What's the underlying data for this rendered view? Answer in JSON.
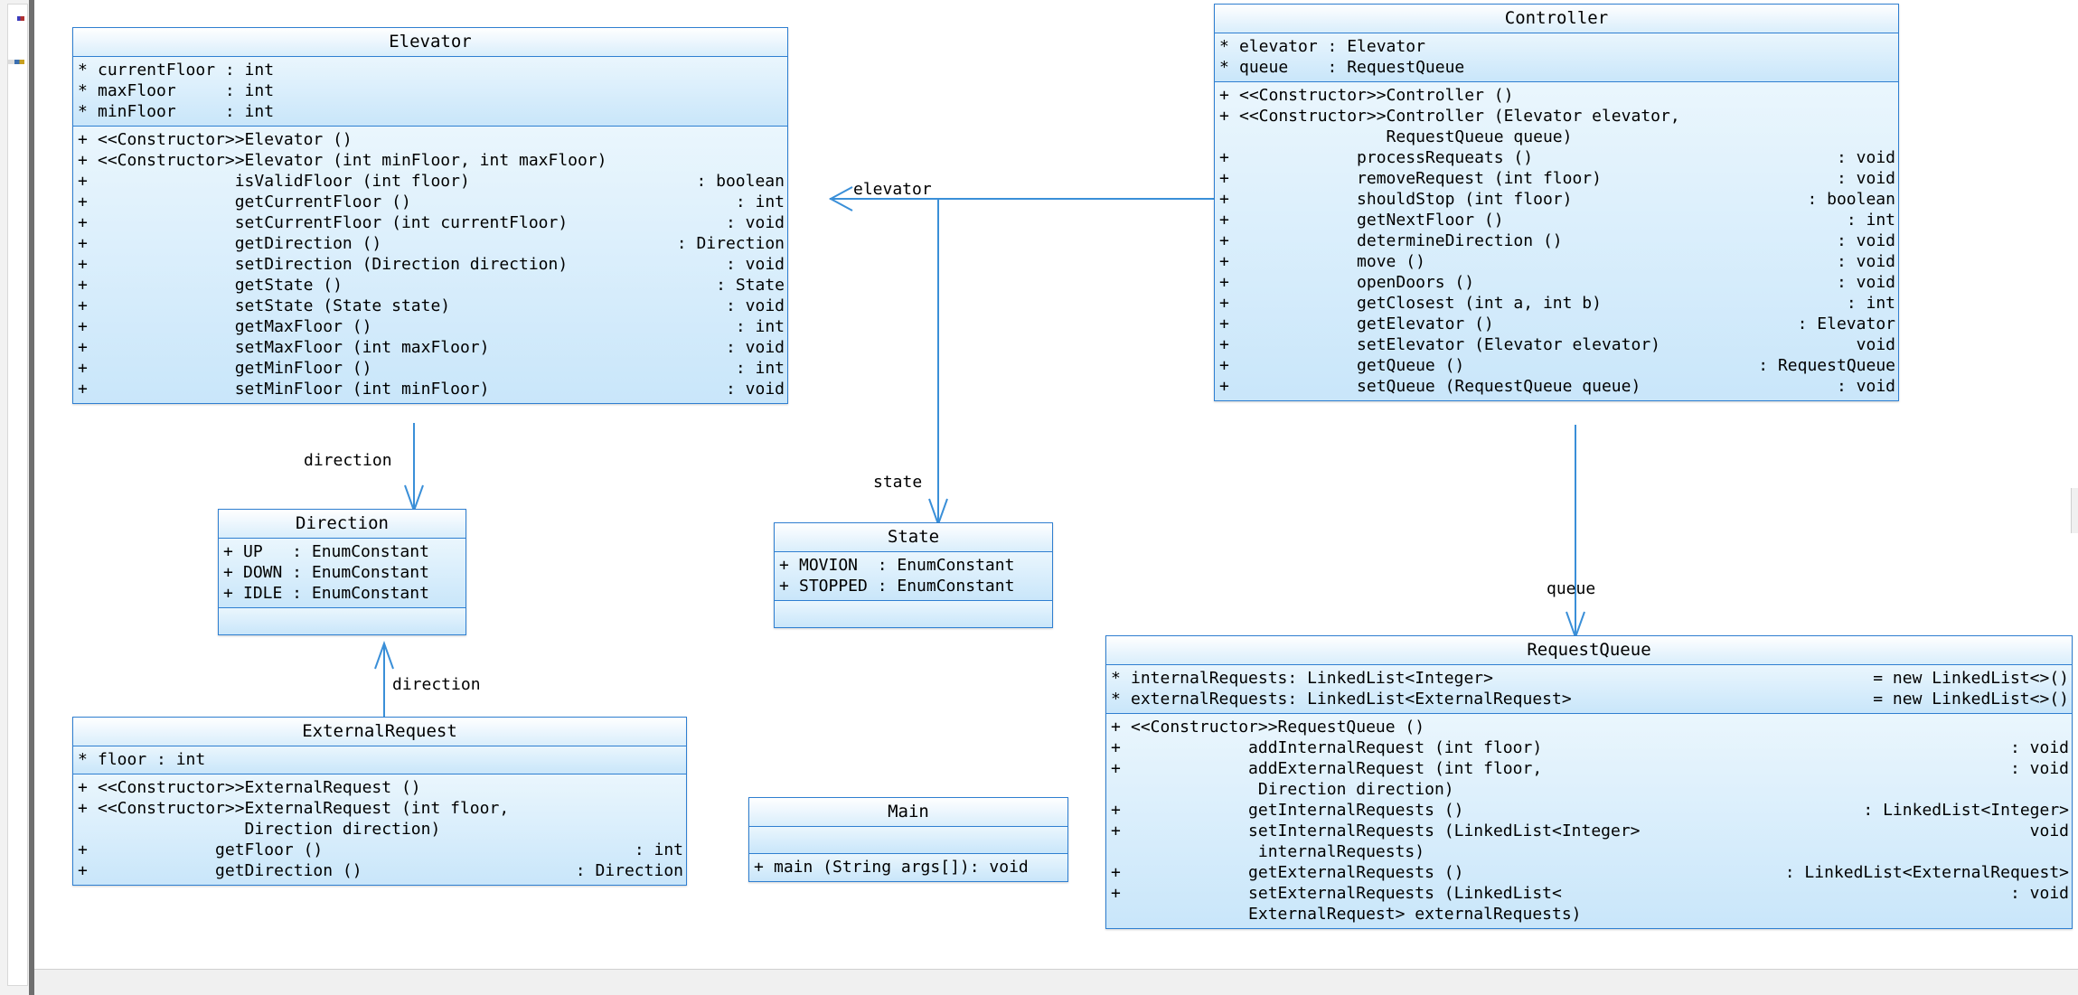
{
  "diagram": {
    "type": "uml-class-diagram",
    "title": "Elevator System UML Class Diagram",
    "accent_color": "#2f7fd1",
    "box_fill": "#cbe7fa",
    "header_fill": "#eaf5fd",
    "connector_color": "#3a8fd8",
    "background": "#ffffff"
  },
  "classes": {
    "elevator": {
      "name": "Elevator",
      "attributes": [
        {
          "vis": "*",
          "sig": "currentFloor : int",
          "ret": ""
        },
        {
          "vis": "*",
          "sig": "maxFloor     : int",
          "ret": ""
        },
        {
          "vis": "*",
          "sig": "minFloor     : int",
          "ret": ""
        }
      ],
      "methods": [
        {
          "vis": "+",
          "sig": "<<Constructor>>Elevator ()",
          "ret": ""
        },
        {
          "vis": "+",
          "sig": "<<Constructor>>Elevator (int minFloor, int maxFloor)",
          "ret": ""
        },
        {
          "vis": "+",
          "sig": "              isValidFloor (int floor)",
          "ret": ": boolean"
        },
        {
          "vis": "+",
          "sig": "              getCurrentFloor ()",
          "ret": ": int"
        },
        {
          "vis": "+",
          "sig": "              setCurrentFloor (int currentFloor)",
          "ret": ": void"
        },
        {
          "vis": "+",
          "sig": "              getDirection ()",
          "ret": ": Direction"
        },
        {
          "vis": "+",
          "sig": "              setDirection (Direction direction)",
          "ret": ": void"
        },
        {
          "vis": "+",
          "sig": "              getState ()",
          "ret": ": State"
        },
        {
          "vis": "+",
          "sig": "              setState (State state)",
          "ret": ": void"
        },
        {
          "vis": "+",
          "sig": "              getMaxFloor ()",
          "ret": ": int"
        },
        {
          "vis": "+",
          "sig": "              setMaxFloor (int maxFloor)",
          "ret": ": void"
        },
        {
          "vis": "+",
          "sig": "              getMinFloor ()",
          "ret": ": int"
        },
        {
          "vis": "+",
          "sig": "              setMinFloor (int minFloor)",
          "ret": ": void"
        }
      ]
    },
    "controller": {
      "name": "Controller",
      "attributes": [
        {
          "vis": "*",
          "sig": "elevator : Elevator",
          "ret": ""
        },
        {
          "vis": "*",
          "sig": "queue    : RequestQueue",
          "ret": ""
        }
      ],
      "methods": [
        {
          "vis": "+",
          "sig": "<<Constructor>>Controller ()",
          "ret": ""
        },
        {
          "vis": "+",
          "sig": "<<Constructor>>Controller (Elevator elevator,",
          "ret": ""
        },
        {
          "vis": "",
          "sig": "               RequestQueue queue)",
          "ret": ""
        },
        {
          "vis": "+",
          "sig": "            processRequeats ()",
          "ret": ": void"
        },
        {
          "vis": "+",
          "sig": "            removeRequest (int floor)",
          "ret": ": void"
        },
        {
          "vis": "+",
          "sig": "            shouldStop (int floor)",
          "ret": ": boolean"
        },
        {
          "vis": "+",
          "sig": "            getNextFloor ()",
          "ret": ": int"
        },
        {
          "vis": "+",
          "sig": "            determineDirection ()",
          "ret": ": void"
        },
        {
          "vis": "+",
          "sig": "            move ()",
          "ret": ": void"
        },
        {
          "vis": "+",
          "sig": "            openDoors ()",
          "ret": ": void"
        },
        {
          "vis": "+",
          "sig": "            getClosest (int a, int b)",
          "ret": ": int"
        },
        {
          "vis": "+",
          "sig": "            getElevator ()",
          "ret": ": Elevator"
        },
        {
          "vis": "+",
          "sig": "            setElevator (Elevator elevator)",
          "ret": "void"
        },
        {
          "vis": "+",
          "sig": "            getQueue ()",
          "ret": ": RequestQueue"
        },
        {
          "vis": "+",
          "sig": "            setQueue (RequestQueue queue)",
          "ret": ": void"
        }
      ]
    },
    "direction": {
      "name": "Direction",
      "attributes": [
        {
          "vis": "+",
          "sig": "UP   : EnumConstant",
          "ret": ""
        },
        {
          "vis": "+",
          "sig": "DOWN : EnumConstant",
          "ret": ""
        },
        {
          "vis": "+",
          "sig": "IDLE : EnumConstant",
          "ret": ""
        }
      ],
      "methods": []
    },
    "state": {
      "name": "State",
      "attributes": [
        {
          "vis": "+",
          "sig": "MOVION  : EnumConstant",
          "ret": ""
        },
        {
          "vis": "+",
          "sig": "STOPPED : EnumConstant",
          "ret": ""
        }
      ],
      "methods": []
    },
    "external_request": {
      "name": "ExternalRequest",
      "attributes": [
        {
          "vis": "*",
          "sig": "floor : int",
          "ret": ""
        }
      ],
      "methods": [
        {
          "vis": "+",
          "sig": "<<Constructor>>ExternalRequest ()",
          "ret": ""
        },
        {
          "vis": "+",
          "sig": "<<Constructor>>ExternalRequest (int floor,",
          "ret": ""
        },
        {
          "vis": "",
          "sig": "               Direction direction)",
          "ret": ""
        },
        {
          "vis": "+",
          "sig": "            getFloor ()",
          "ret": ": int"
        },
        {
          "vis": "+",
          "sig": "            getDirection ()",
          "ret": ": Direction"
        }
      ]
    },
    "main": {
      "name": "Main",
      "attributes": [],
      "methods": [
        {
          "vis": "+",
          "sig": "main (String args[]): void",
          "ret": ""
        }
      ]
    },
    "request_queue": {
      "name": "RequestQueue",
      "attributes": [
        {
          "vis": "*",
          "sig": "internalRequests: LinkedList<Integer>",
          "ret": "= new LinkedList<>()"
        },
        {
          "vis": "*",
          "sig": "externalRequests: LinkedList<ExternalRequest>",
          "ret": "= new LinkedList<>()"
        }
      ],
      "methods": [
        {
          "vis": "+",
          "sig": "<<Constructor>>RequestQueue ()",
          "ret": ""
        },
        {
          "vis": "+",
          "sig": "            addInternalRequest (int floor)",
          "ret": ": void"
        },
        {
          "vis": "+",
          "sig": "            addExternalRequest (int floor,",
          "ret": ": void"
        },
        {
          "vis": "",
          "sig": "             Direction direction)",
          "ret": ""
        },
        {
          "vis": "+",
          "sig": "            getInternalRequests ()",
          "ret": ": LinkedList<Integer>"
        },
        {
          "vis": "+",
          "sig": "            setInternalRequests (LinkedList<Integer>",
          "ret": "void"
        },
        {
          "vis": "",
          "sig": "             internalRequests)",
          "ret": ""
        },
        {
          "vis": "+",
          "sig": "            getExternalRequests ()",
          "ret": ": LinkedList<ExternalRequest>"
        },
        {
          "vis": "+",
          "sig": "            setExternalRequests (LinkedList<",
          "ret": ": void"
        },
        {
          "vis": "",
          "sig": "            ExternalRequest> externalRequests)",
          "ret": ""
        }
      ]
    }
  },
  "associations": [
    {
      "id": "elevator",
      "label": "elevator",
      "from": "Controller",
      "to": "Elevator"
    },
    {
      "id": "direction-top",
      "label": "direction",
      "from": "Elevator",
      "to": "Direction"
    },
    {
      "id": "state",
      "label": "state",
      "from": "Controller",
      "to": "State"
    },
    {
      "id": "direction-bottom",
      "label": "direction",
      "from": "ExternalRequest",
      "to": "Direction"
    },
    {
      "id": "queue",
      "label": "queue",
      "from": "Controller",
      "to": "RequestQueue"
    }
  ]
}
